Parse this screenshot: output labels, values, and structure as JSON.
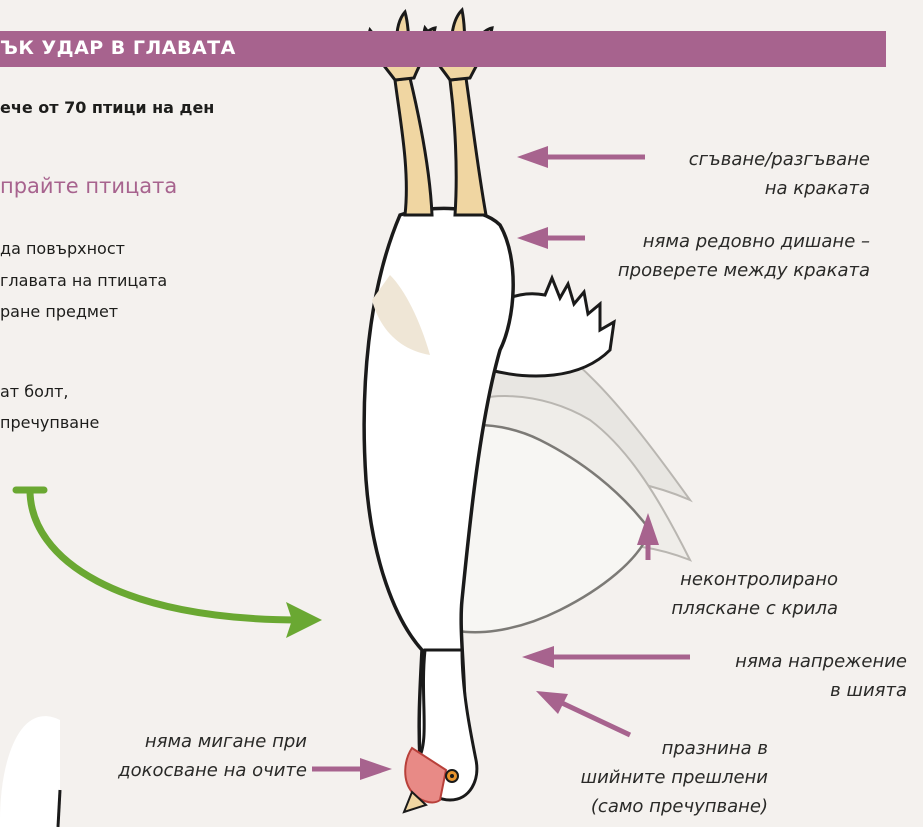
{
  "header": {
    "banner": "ЪК УДАР В ГЛАВАТА",
    "subtitle": "ече от 70 птици на ден"
  },
  "step": {
    "title": "прайте птицата",
    "lines": [
      "да повърхност",
      "главата на птицата",
      "ране предмет",
      "ат болт,",
      "пречупване"
    ]
  },
  "annotations": {
    "legs": [
      "сгъване/разгъване",
      "на краката"
    ],
    "breathing": [
      "няма редовно дишане –",
      "проверете между краката"
    ],
    "wings": [
      "неконтролирано",
      "пляскане с крила"
    ],
    "neck": [
      "няма напрежение",
      "в шията"
    ],
    "vertebrae": [
      "празнина в",
      "шийните прешлени",
      "(само пречупване)"
    ],
    "eyes": [
      "няма мигане при",
      "докосване на очите"
    ]
  },
  "colors": {
    "accent": "#a7638e",
    "arrow_green": "#6aa832",
    "background": "#f4f1ee"
  }
}
